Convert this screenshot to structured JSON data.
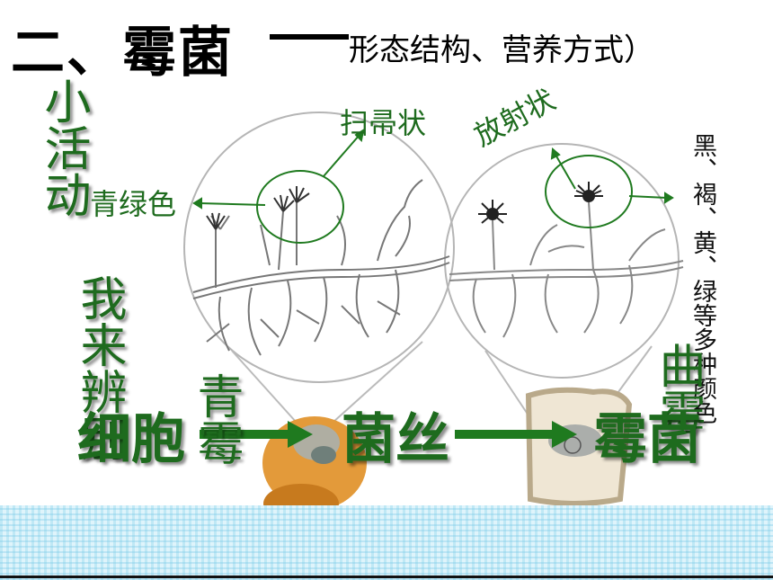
{
  "title": {
    "main": "二、霉菌",
    "sub": "形态结构、营养方式）"
  },
  "side_vertical": {
    "activity": "小活动",
    "distinguish": "我来辨别"
  },
  "diagram_labels": {
    "broom": "扫帚状",
    "radial": "放射状",
    "cyan_green": "青绿色",
    "colors": "黑、褐、黄、绿等多种颜色"
  },
  "flow": {
    "cell": "细胞",
    "penicillium": "青霉",
    "hypha": "菌丝",
    "aspergillus": "曲霉",
    "mold": "霉菌"
  },
  "colors": {
    "green": "#1e6b1e",
    "arrow_green": "#1f7a1f",
    "strip": "#bfe8f5"
  }
}
